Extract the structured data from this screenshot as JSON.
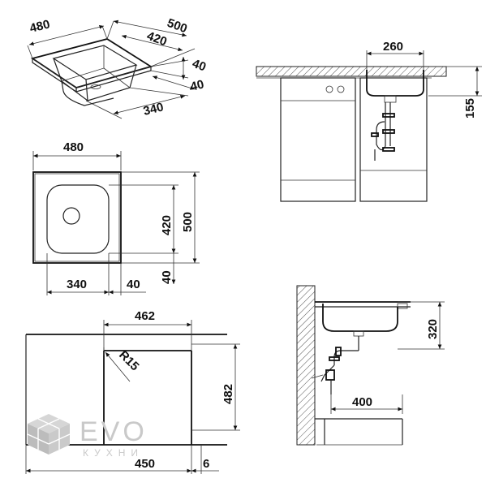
{
  "dimensions": {
    "iso": {
      "width_outer": "480",
      "depth_outer": "500",
      "depth_bowl": "420",
      "edge_right": "40",
      "edge_front": "40",
      "width_bowl": "340"
    },
    "top": {
      "width": "480",
      "depth_bowl": "420",
      "depth_outer": "500",
      "bowl_width": "340",
      "edge_side": "40",
      "edge_front": "40"
    },
    "cutout": {
      "width": "462",
      "radius": "R15",
      "depth": "482",
      "offset": "450",
      "gap": "6"
    },
    "front": {
      "bowl_width": "260",
      "bowl_depth": "155"
    },
    "side": {
      "depth": "320",
      "drain_offset": "400"
    }
  },
  "logo": {
    "main": "EVO",
    "sub": "КУХНИ"
  },
  "colors": {
    "line": "#222222",
    "logo": "#c9c9c9",
    "hatch": "#555555"
  }
}
